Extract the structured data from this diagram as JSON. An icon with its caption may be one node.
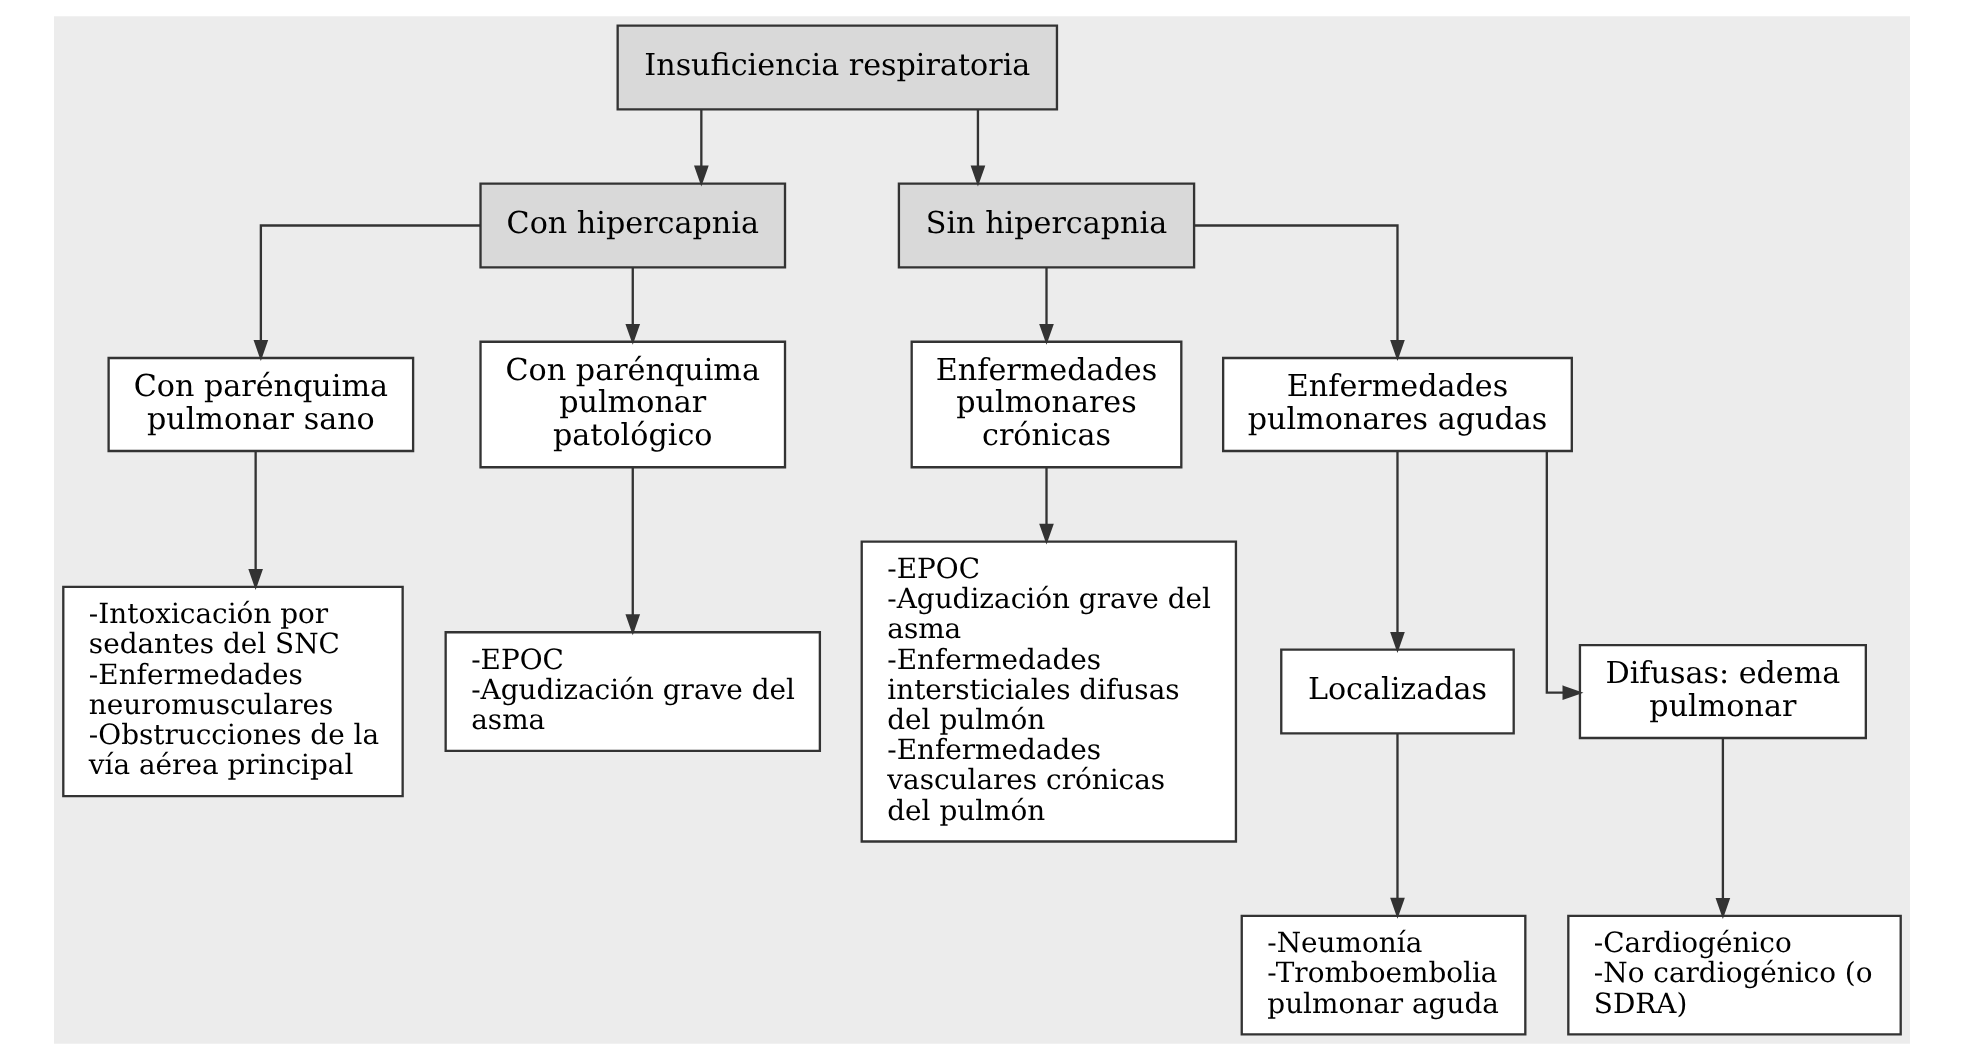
{
  "diagram": {
    "nodes": [
      {
        "text": [
          "Insuficiencia respiratoria"
        ]
      },
      {
        "text": [
          "Con hipercapnia"
        ]
      },
      {
        "text": [
          "Sin hipercapnia"
        ]
      },
      {
        "text": [
          "Con parénquima pulmonar sano"
        ]
      },
      {
        "text": [
          "Con parénquima pulmonar patológico"
        ]
      },
      {
        "text": [
          "Enfermedades pulmonares crónicas"
        ]
      },
      {
        "text": [
          "Enfermedades pulmonares agudas"
        ]
      },
      {
        "text": [
          "-Intoxicación por sedantes del SNC",
          "-Enfermedades neuromusculares",
          "-Obstrucciones de la vía aérea principal"
        ]
      },
      {
        "text": [
          "-EPOC",
          "-Agudización grave del asma"
        ]
      },
      {
        "text": [
          "-EPOC",
          "-Agudización grave del asma",
          "-Enfermedades intersticiales difusas del pulmón",
          "-Enfermedades vasculares crónicas del pulmón"
        ]
      },
      {
        "text": [
          "Localizadas"
        ]
      },
      {
        "text": [
          "Difusas: edema pulmonar"
        ]
      },
      {
        "text": [
          "-Neumonía",
          "-Tromboembolia pulmonar aguda"
        ]
      },
      {
        "text": [
          "-Cardiogénico",
          "-No cardiogénico (o SDRA)"
        ]
      }
    ],
    "edges": [
      {
        "from": 0,
        "to": 1,
        "arrow": "to"
      },
      {
        "from": 0,
        "to": 2,
        "arrow": "to"
      },
      {
        "from": 1,
        "to": 3,
        "arrow": "to"
      },
      {
        "from": 1,
        "to": 4,
        "arrow": "to"
      },
      {
        "from": 2,
        "to": 5,
        "arrow": "to"
      },
      {
        "from": 2,
        "to": 6,
        "arrow": "to"
      },
      {
        "from": 3,
        "to": 7,
        "arrow": "to"
      },
      {
        "from": 4,
        "to": 8,
        "arrow": "to"
      },
      {
        "from": 5,
        "to": 9,
        "arrow": "to"
      },
      {
        "from": 6,
        "to": 10,
        "arrow": "to"
      },
      {
        "from": 6,
        "to": 11,
        "arrow": "to"
      },
      {
        "from": 10,
        "to": 12,
        "arrow": "to"
      },
      {
        "from": 11,
        "to": 13,
        "arrow": "to"
      }
    ]
  }
}
